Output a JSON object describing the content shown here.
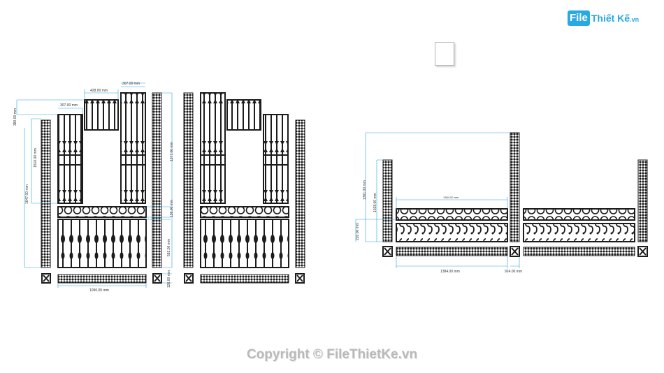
{
  "logo": {
    "part1": "File",
    "part2": "Thiết Kế",
    "part3": ".vn"
  },
  "colors": {
    "ink": "#1c1c1c",
    "dimension": "#2aa3d8",
    "logo": "#29a9e1",
    "watermark": "#b9b9b9"
  },
  "icons": {
    "document": "blank-document-icon",
    "logo": "filethietke-logo"
  },
  "dimensions_left": {
    "d307_top": "307.00 mm",
    "d428": "428.00 mm",
    "d307_left": "307.00 mm",
    "d380": "380.00 mm",
    "d1510": "1510.00 mm",
    "d1647": "1647.00 mm",
    "d1377": "1377.00 mm",
    "d136": "136.00 mm",
    "d592": "592.00 mm",
    "d126": "126.00 mm",
    "d1090": "1090.00 mm"
  },
  "dimensions_right": {
    "d1361": "1361.00 mm",
    "d1028": "1028.00 mm",
    "d220": "220.00 mm",
    "d1384_top": "1384.00 mm",
    "d1384": "1384.00 mm",
    "d924": "924.00 mm"
  },
  "watermark": "Copyright © FileThietKe.vn"
}
